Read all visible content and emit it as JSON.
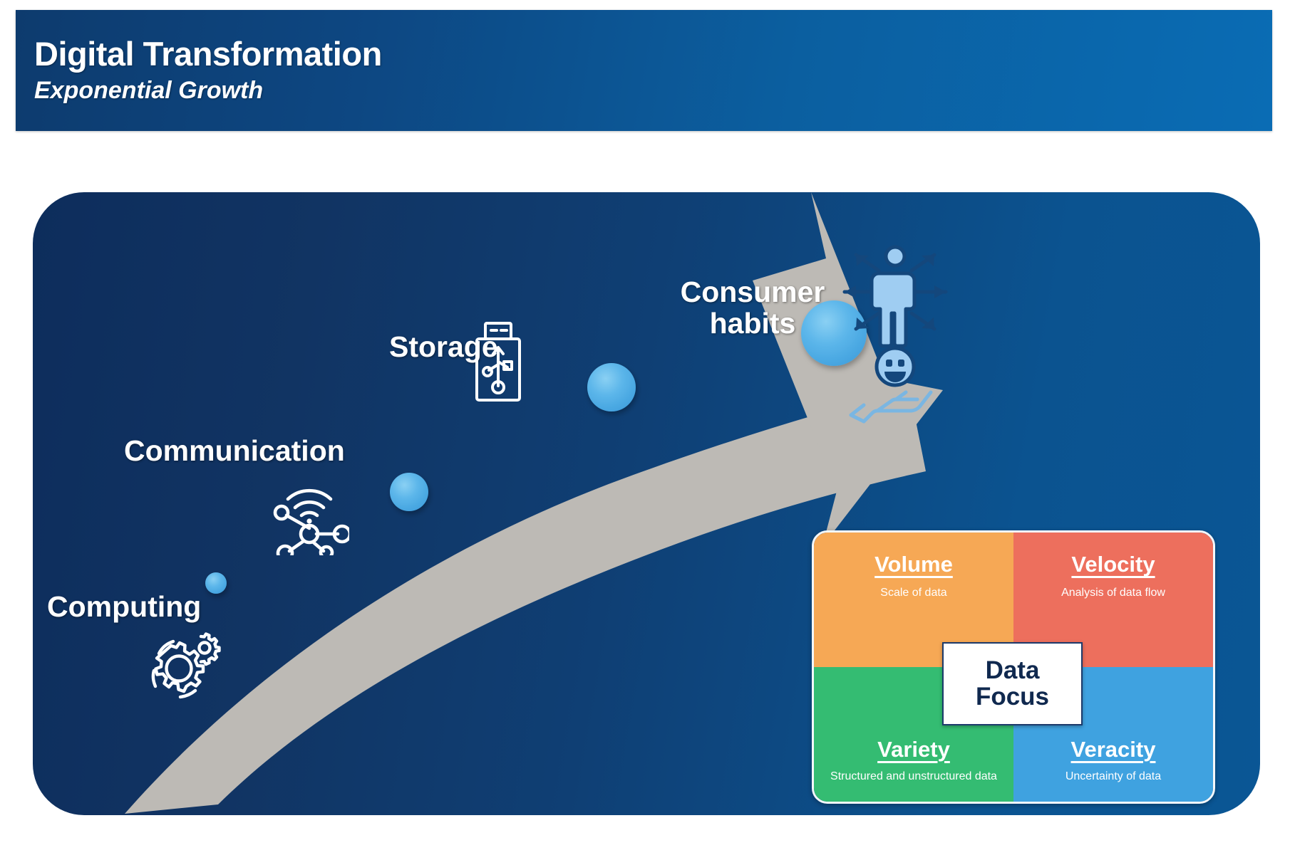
{
  "header": {
    "title": "Digital Transformation",
    "subtitle": "Exponential Growth",
    "gradient_start": "#0d3b6e",
    "gradient_end": "#0a6cb4"
  },
  "stage": {
    "background_start": "#0d2d5c",
    "background_end": "#0a5695",
    "arrow_color": "#bdbab5",
    "sphere_color": "#56b3e8",
    "labels": [
      {
        "id": "computing",
        "text": "Computing"
      },
      {
        "id": "communication",
        "text": "Communication"
      },
      {
        "id": "storage",
        "text": "Storage"
      },
      {
        "id": "consumer_line1",
        "text": "Consumer"
      },
      {
        "id": "consumer_line2",
        "text": "habits"
      }
    ],
    "icons": [
      {
        "name": "gears-icon",
        "label": "Computing"
      },
      {
        "name": "network-node-icon",
        "label": "Communication"
      },
      {
        "name": "usb-drive-icon",
        "label": "Storage"
      },
      {
        "name": "person-arrows-icon",
        "label": "Consumer habits"
      },
      {
        "name": "smiley-face-icon",
        "label": "Consumer habits"
      },
      {
        "name": "open-hand-icon",
        "label": "Consumer habits"
      }
    ],
    "milestone_count": 4
  },
  "quadrants": {
    "center_line1": "Data",
    "center_line2": "Focus",
    "center_text_color": "#10294f",
    "cells": [
      {
        "title": "Volume",
        "subtitle": "Scale of data",
        "color": "#F6A855"
      },
      {
        "title": "Velocity",
        "subtitle": "Analysis of data flow",
        "color": "#ED6F5D"
      },
      {
        "title": "Variety",
        "subtitle": "Structured and unstructured data",
        "color": "#34BC72"
      },
      {
        "title": "Veracity",
        "subtitle": "Uncertainty of data",
        "color": "#3FA2E0"
      }
    ]
  }
}
